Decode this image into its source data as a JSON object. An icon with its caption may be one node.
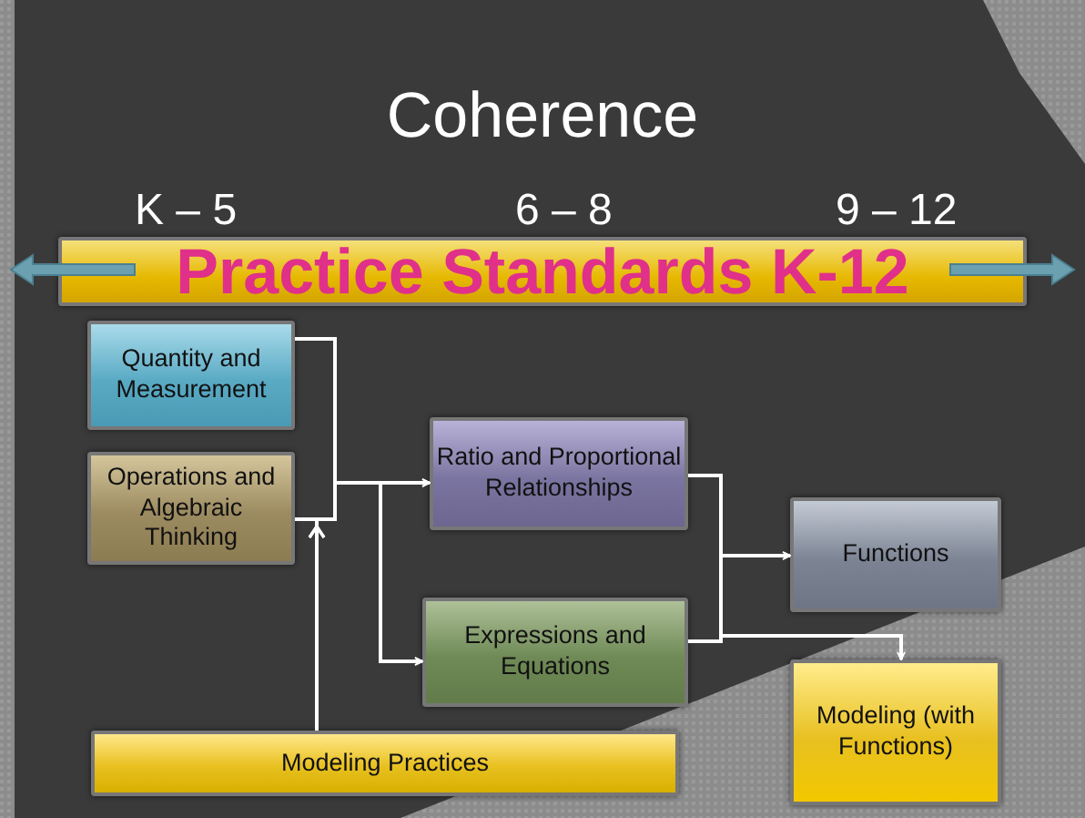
{
  "diagram": {
    "title": "Coherence",
    "nodes": [
      {
        "text": [
          "Practice Standards K-12"
        ]
      },
      {
        "text": [
          "Quantity and Measurement"
        ]
      },
      {
        "text": [
          "Operations and Algebraic Thinking"
        ]
      },
      {
        "text": [
          "Ratio and Proportional Relationships"
        ]
      },
      {
        "text": [
          "Expressions and Equations"
        ]
      },
      {
        "text": [
          "Functions"
        ]
      },
      {
        "text": [
          "Modeling (with Functions)"
        ]
      },
      {
        "text": [
          "Modeling Practices"
        ]
      }
    ],
    "edges": [
      {
        "from": 1,
        "to": 3,
        "arrow": "to"
      },
      {
        "from": 1,
        "to": 4,
        "arrow": "to"
      },
      {
        "from": 2,
        "to": 3,
        "arrow": "to"
      },
      {
        "from": 2,
        "to": 4,
        "arrow": "to"
      },
      {
        "from": 7,
        "to": 3,
        "arrow": "to"
      },
      {
        "from": 7,
        "to": 4,
        "arrow": "to"
      },
      {
        "from": 3,
        "to": 5,
        "arrow": "to"
      },
      {
        "from": 3,
        "to": 6,
        "arrow": "to"
      },
      {
        "from": 4,
        "to": 5,
        "arrow": "to"
      },
      {
        "from": 4,
        "to": 6,
        "arrow": "to"
      }
    ],
    "labels": [
      "K – 5",
      "6 – 8",
      "9 – 12"
    ]
  }
}
